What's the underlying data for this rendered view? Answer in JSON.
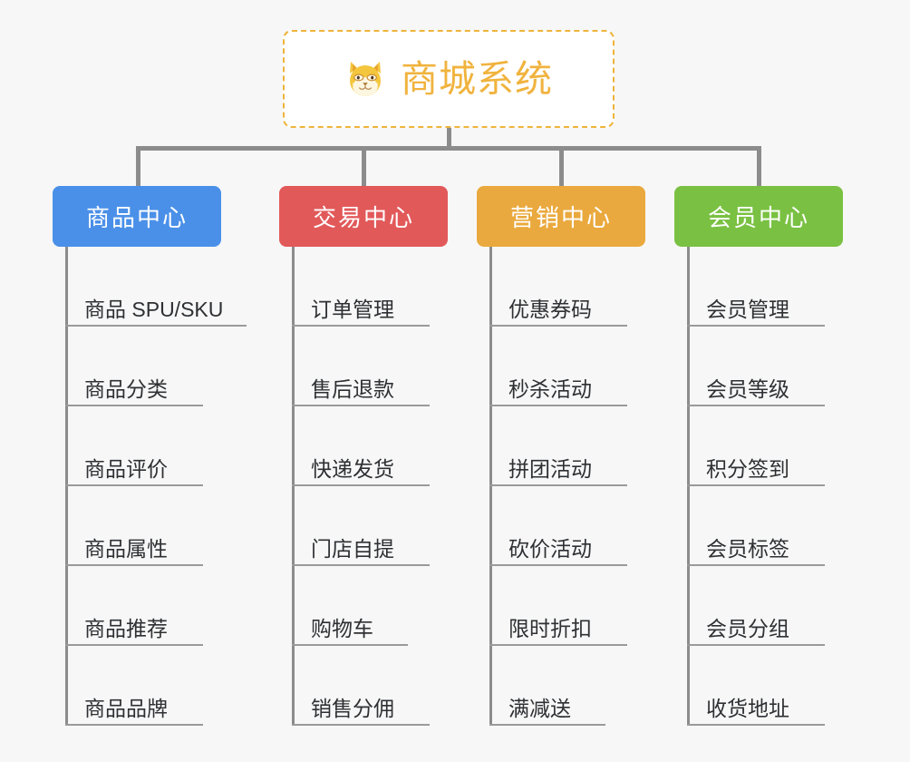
{
  "page": {
    "background_color": "#f7f7f7",
    "connector_color": "#8c8c8c",
    "leaf_rule_color": "#9a9a9a",
    "leaf_text_color": "#2e3033"
  },
  "root": {
    "title": "商城系统",
    "icon": "shiba-dog-face-emoji",
    "border_color": "#eeb43c",
    "text_color": "#f0b33e",
    "background_color": "#ffffff"
  },
  "columns": [
    {
      "id": "product-center",
      "title": "商品中心",
      "color": "#4a90e8",
      "items": [
        {
          "label": "商品 SPU/SKU",
          "rule_width": 200
        },
        {
          "label": "商品分类",
          "rule_width": 152
        },
        {
          "label": "商品评价",
          "rule_width": 152
        },
        {
          "label": "商品属性",
          "rule_width": 152
        },
        {
          "label": "商品推荐",
          "rule_width": 152
        },
        {
          "label": "商品品牌",
          "rule_width": 152
        }
      ]
    },
    {
      "id": "trade-center",
      "title": "交易中心",
      "color": "#e2595a",
      "items": [
        {
          "label": "订单管理",
          "rule_width": 152
        },
        {
          "label": "售后退款",
          "rule_width": 152
        },
        {
          "label": "快递发货",
          "rule_width": 152
        },
        {
          "label": "门店自提",
          "rule_width": 152
        },
        {
          "label": "购物车",
          "rule_width": 128
        },
        {
          "label": "销售分佣",
          "rule_width": 152
        }
      ]
    },
    {
      "id": "marketing-center",
      "title": "营销中心",
      "color": "#eaa93e",
      "items": [
        {
          "label": "优惠券码",
          "rule_width": 152
        },
        {
          "label": "秒杀活动",
          "rule_width": 152
        },
        {
          "label": "拼团活动",
          "rule_width": 152
        },
        {
          "label": "砍价活动",
          "rule_width": 152
        },
        {
          "label": "限时折扣",
          "rule_width": 152
        },
        {
          "label": "满减送",
          "rule_width": 128
        }
      ]
    },
    {
      "id": "member-center",
      "title": "会员中心",
      "color": "#7ac143",
      "items": [
        {
          "label": "会员管理",
          "rule_width": 152
        },
        {
          "label": "会员等级",
          "rule_width": 152
        },
        {
          "label": "积分签到",
          "rule_width": 152
        },
        {
          "label": "会员标签",
          "rule_width": 152
        },
        {
          "label": "会员分组",
          "rule_width": 152
        },
        {
          "label": "收货地址",
          "rule_width": 152
        }
      ]
    }
  ]
}
